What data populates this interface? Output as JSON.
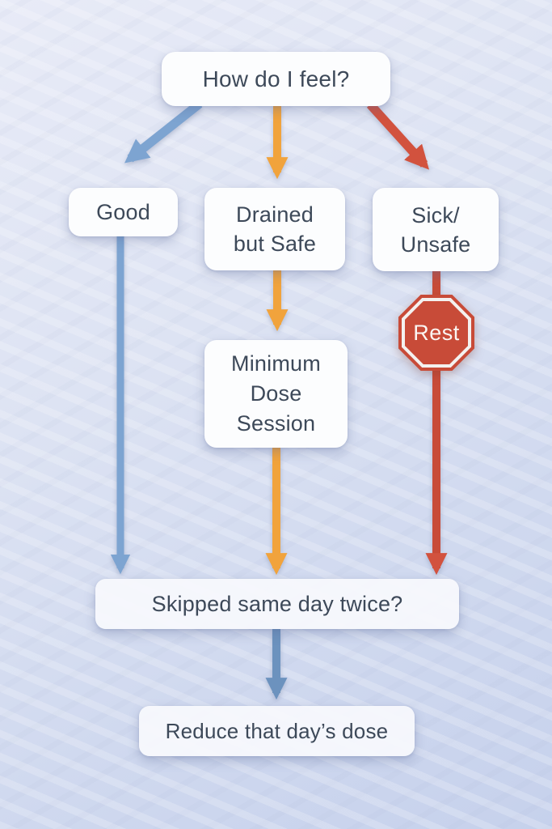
{
  "flowchart": {
    "root": {
      "label": "How do I feel?"
    },
    "good": {
      "label": "Good"
    },
    "drained": {
      "label": "Drained\nbut Safe"
    },
    "sick": {
      "label": "Sick/\nUnsafe"
    },
    "minimum": {
      "label": "Minimum\nDose\nSession"
    },
    "rest": {
      "label": "Rest"
    },
    "skipped": {
      "label": "Skipped same day twice?"
    },
    "reduce": {
      "label": "Reduce that day’s dose"
    }
  },
  "colors": {
    "blue": "#7da4d1",
    "blue_dark": "#6c92be",
    "orange": "#f1a33c",
    "red": "#d2523e",
    "red_line": "#c84b38",
    "sign_red": "#c84b38",
    "text": "#3d4959",
    "node_bg": "#fcfdfe"
  }
}
